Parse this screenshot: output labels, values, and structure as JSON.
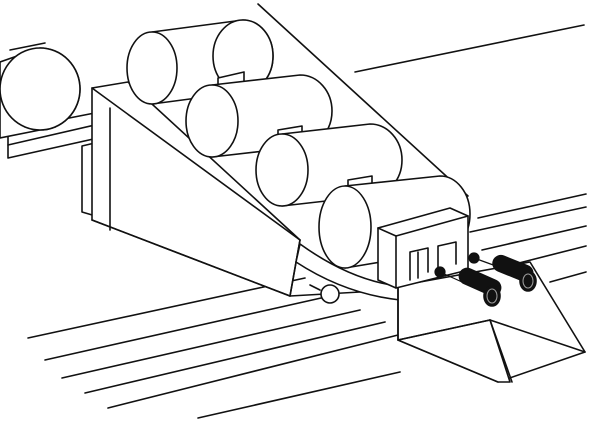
{
  "illustration": {
    "style": "black line drawing on white",
    "line_color": "#111111",
    "background_color": "#ffffff",
    "cylinders_on_ramp": 4,
    "cylinders_on_left_shelf": 1,
    "control_levers": 2
  }
}
